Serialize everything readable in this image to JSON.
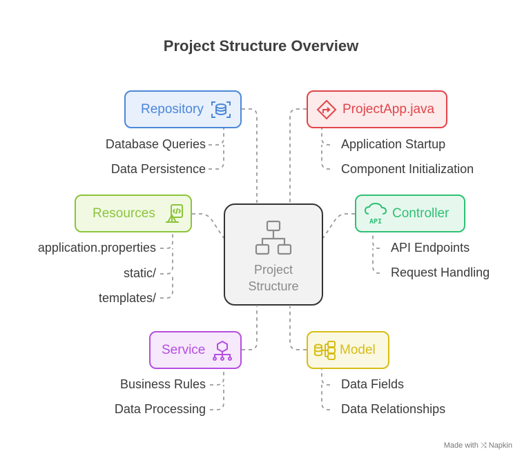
{
  "title": "Project Structure Overview",
  "center": {
    "label_line1": "Project",
    "label_line2": "Structure",
    "icon": "hierarchy-icon"
  },
  "nodes": {
    "repository": {
      "label": "Repository",
      "icon": "database-scan-icon",
      "color": "#4a87d9",
      "fill": "#e8f0fc",
      "items": [
        "Database Queries",
        "Data Persistence"
      ]
    },
    "projectapp": {
      "label": "ProjectApp.java",
      "icon": "diamond-arrow-icon",
      "color": "#e0454a",
      "fill": "#fdeaea",
      "items": [
        "Application Startup",
        "Component Initialization"
      ]
    },
    "resources": {
      "label": "Resources",
      "icon": "code-document-icon",
      "color": "#8cc43a",
      "fill": "#f1f9e3",
      "items": [
        "application.properties",
        "static/",
        "templates/"
      ]
    },
    "controller": {
      "label": "Controller",
      "icon": "api-cloud-icon",
      "color": "#2fbf73",
      "fill": "#e6f8ee",
      "items": [
        "API Endpoints",
        "Request Handling"
      ]
    },
    "service": {
      "label": "Service",
      "icon": "network-hierarchy-icon",
      "color": "#b64de0",
      "fill": "#f6e9fc",
      "items": [
        "Business Rules",
        "Data Processing"
      ]
    },
    "model": {
      "label": "Model",
      "icon": "data-structure-icon",
      "color": "#d6bd16",
      "fill": "#fbf8e1",
      "items": [
        "Data Fields",
        "Data Relationships"
      ]
    }
  },
  "footer": {
    "brand": "Made with ⤨ Napkin"
  }
}
